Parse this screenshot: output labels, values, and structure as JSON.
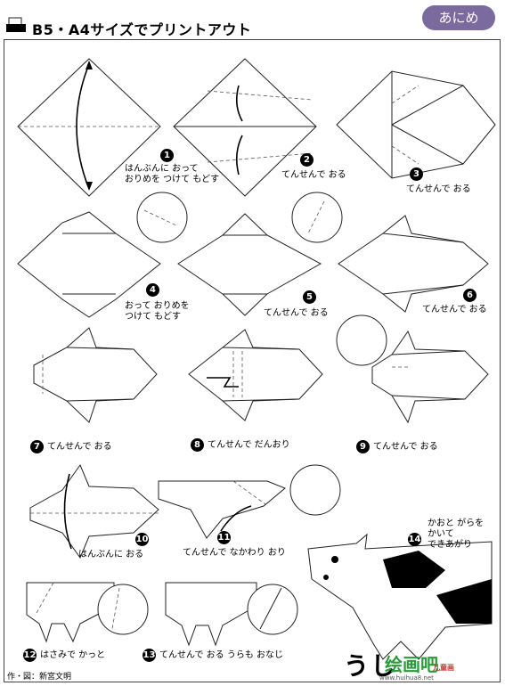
{
  "header": {
    "title": "B5・A4サイズでプリントアウト",
    "badge": "あにめ"
  },
  "steps": [
    {
      "n": "1",
      "text": "はんぶんに おって\nおりめを つけて もどす"
    },
    {
      "n": "2",
      "text": "てんせんで おる"
    },
    {
      "n": "3",
      "text": "てんせんで おる"
    },
    {
      "n": "4",
      "text": "おって おりめを\nつけて もどす"
    },
    {
      "n": "5",
      "text": "てんせんで おる"
    },
    {
      "n": "6",
      "text": "てんせんで おる"
    },
    {
      "n": "7",
      "text": "てんせんで おる"
    },
    {
      "n": "8",
      "text": "てんせんで だんおり"
    },
    {
      "n": "9",
      "text": "てんせんで おる"
    },
    {
      "n": "10",
      "text": "はんぶんに おる"
    },
    {
      "n": "11",
      "text": "てんせんで なかわり おり"
    },
    {
      "n": "12",
      "text": "はさみで かっと"
    },
    {
      "n": "13",
      "text": "てんせんで おる うらも おなじ"
    },
    {
      "n": "14",
      "text": "かおと がらを\nかいて\nできあがり"
    }
  ],
  "footer": {
    "title": "うし",
    "credit": "作・図：新宮文明",
    "site": "绘画吧",
    "site_sub": "儿童画",
    "site_url": "www.huihua8.net"
  },
  "colors": {
    "badge": "#7a6a9e",
    "site": "#2a9a3a"
  }
}
